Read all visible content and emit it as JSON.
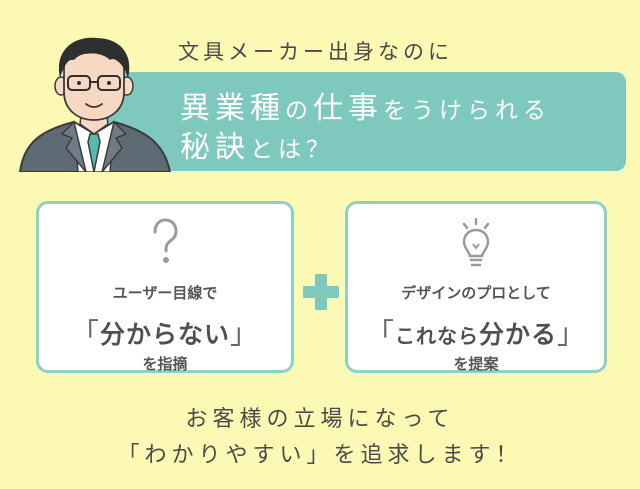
{
  "header": {
    "subtitle": "文具メーカー出身なのに",
    "title_line1": {
      "a": "異業種",
      "b": "の",
      "c": "仕事",
      "d": "をうけられる"
    },
    "title_line2": {
      "a": "秘訣",
      "b": "とは？"
    }
  },
  "cards": [
    {
      "icon": "question-mark-icon",
      "heading": "ユーザー目線で",
      "emph_open": "「",
      "emph_a": "分からない",
      "emph_close": "」",
      "foot": "を指摘"
    },
    {
      "icon": "lightbulb-icon",
      "heading": "デザインのプロとして",
      "emph_open": "「",
      "emph_a": "これなら",
      "emph_b": "分かる",
      "emph_close": "」",
      "foot": "を提案"
    }
  ],
  "connector_icon": "plus-icon",
  "footer": {
    "line1": "お客様の立場になって",
    "line2": "「わかりやすい」を追求します！"
  },
  "colors": {
    "background": "#fcf9b4",
    "teal": "#7ec8bd",
    "card_border": "#8fd0c6"
  }
}
